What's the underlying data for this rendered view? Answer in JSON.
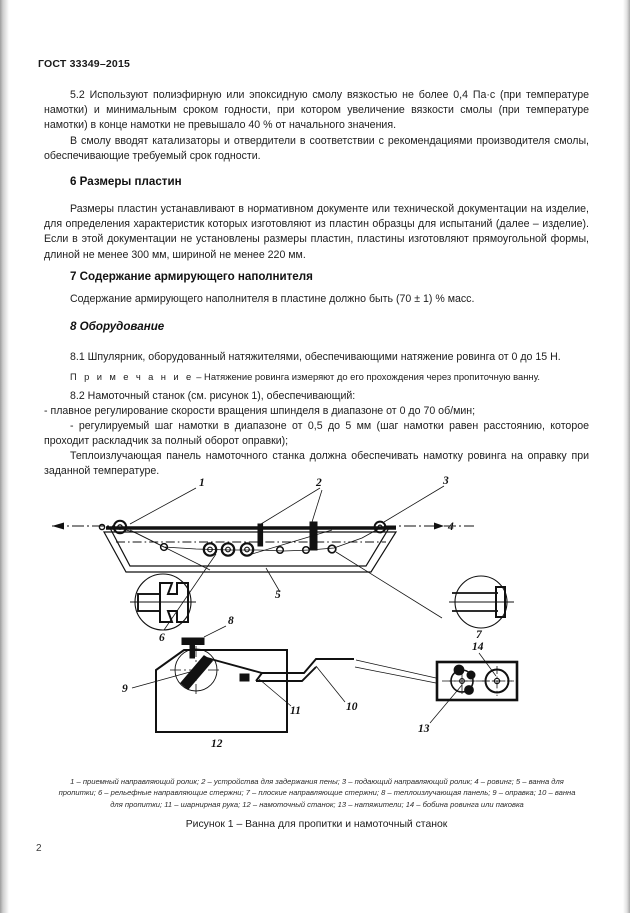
{
  "document": {
    "running_head": "ГОСТ 33349–2015",
    "page_number": "2"
  },
  "body": {
    "para_5_2": "5.2 Используют полиэфирную или эпоксидную смолу вязкостью не более 0,4 Па·с (при температуре намотки) и минимальным сроком годности, при котором увеличение вязкости смолы (при температуре намотки) в конце намотки не превышало 40 % от начального значения.",
    "para_catalysts": "В смолу вводят катализаторы и отвердители в соответствии с рекомендациями производителя смолы, обеспечивающие требуемый срок годности.",
    "heading_6": "6 Размеры пластин",
    "para_6": "Размеры пластин устанавливают в нормативном документе или технической документации на изделие, для определения характеристик которых изготовляют из пластин образцы для испытаний (далее – изделие). Если в этой документации не установлены размеры пластин, пластины изготовляют прямоугольной формы, длиной не менее 300 мм, шириной не менее 220 мм.",
    "heading_7": "7 Содержание армирующего наполнителя",
    "para_7": "Содержание армирующего наполнителя в пластине должно быть (70 ± 1) % масс.",
    "heading_8": "8 Оборудование",
    "para_8_1": "8.1 Шпулярник, оборудованный натяжителями, обеспечивающими натяжение ровинга от 0 до 15 Н.",
    "note_label": "П р и м е ч а н и е",
    "note_text": " – Натяжение ровинга измеряют до его прохождения через пропиточную ванну.",
    "para_8_2": "8.2 Намоточный станок (см. рисунок 1), обеспечивающий:",
    "item_speed": "- плавное регулирование скорости вращения шпинделя в диапазоне от 0 до 70 об/мин;",
    "item_step": "- регулируемый шаг намотки в диапазоне от 0,5 до 5 мм (шаг намотки равен расстоянию, которое проходит раскладчик за полный оборот оправки);",
    "para_panel": "Теплоизлучающая панель намоточного станка должна обеспечивать намотку ровинга на оправку при заданной температуре."
  },
  "figure": {
    "caption": "Рисунок 1 – Ванна для пропитки и намоточный станок",
    "legend_line1": "1 – приемный направляющий ролик; 2 – устройства для задержания пены; 3 – подающий направляющий ролик; 4 – ровинг;",
    "legend_line2": "5 – ванна для пропитки; 6 – рельефные направляющие стержни; 7 – плоские направляющие стержни; 8 – теплоизлучающая",
    "legend_line3": "панель; 9 – оправка; 10 – ванна для пропитки; 11 – шарнирная рука; 12 – намоточный станок; 13 – натяжители; 14 – бобина",
    "legend_line4": "ровинга или паковка",
    "callouts": {
      "c1": "1",
      "c2": "2",
      "c3": "3",
      "c4": "4",
      "c5": "5",
      "c6": "6",
      "c7": "7",
      "c8": "8",
      "c9": "9",
      "c10": "10",
      "c11": "11",
      "c12": "12",
      "c13": "13",
      "c14": "14"
    }
  },
  "colors": {
    "ink": "#1d1d1d",
    "line": "#111111",
    "paper": "#ffffff"
  }
}
